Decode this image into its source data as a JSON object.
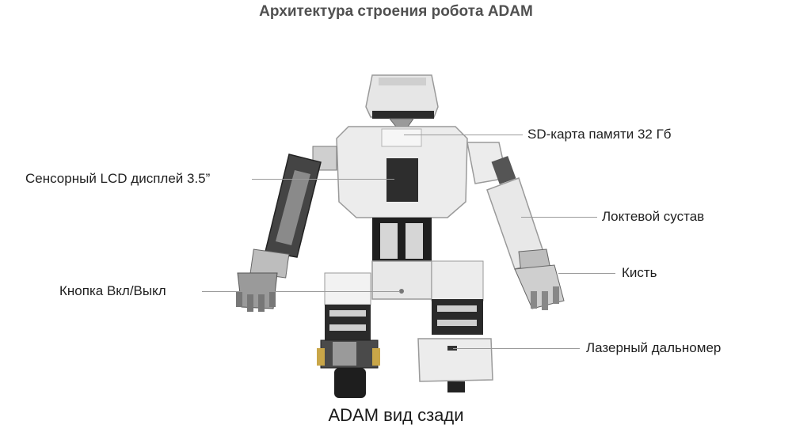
{
  "title": "Архитектура строения робота ADAM",
  "caption": "ADAM вид сзади",
  "labels": {
    "sd_card": "SD-карта памяти 32 Гб",
    "lcd_display": "Сенсорный LCD дисплей 3.5”",
    "elbow_joint": "Локтевой сустав",
    "hand": "Кисть",
    "power_button": "Кнопка Вкл/Выкл",
    "laser_rangefinder": "Лазерный дальномер"
  }
}
